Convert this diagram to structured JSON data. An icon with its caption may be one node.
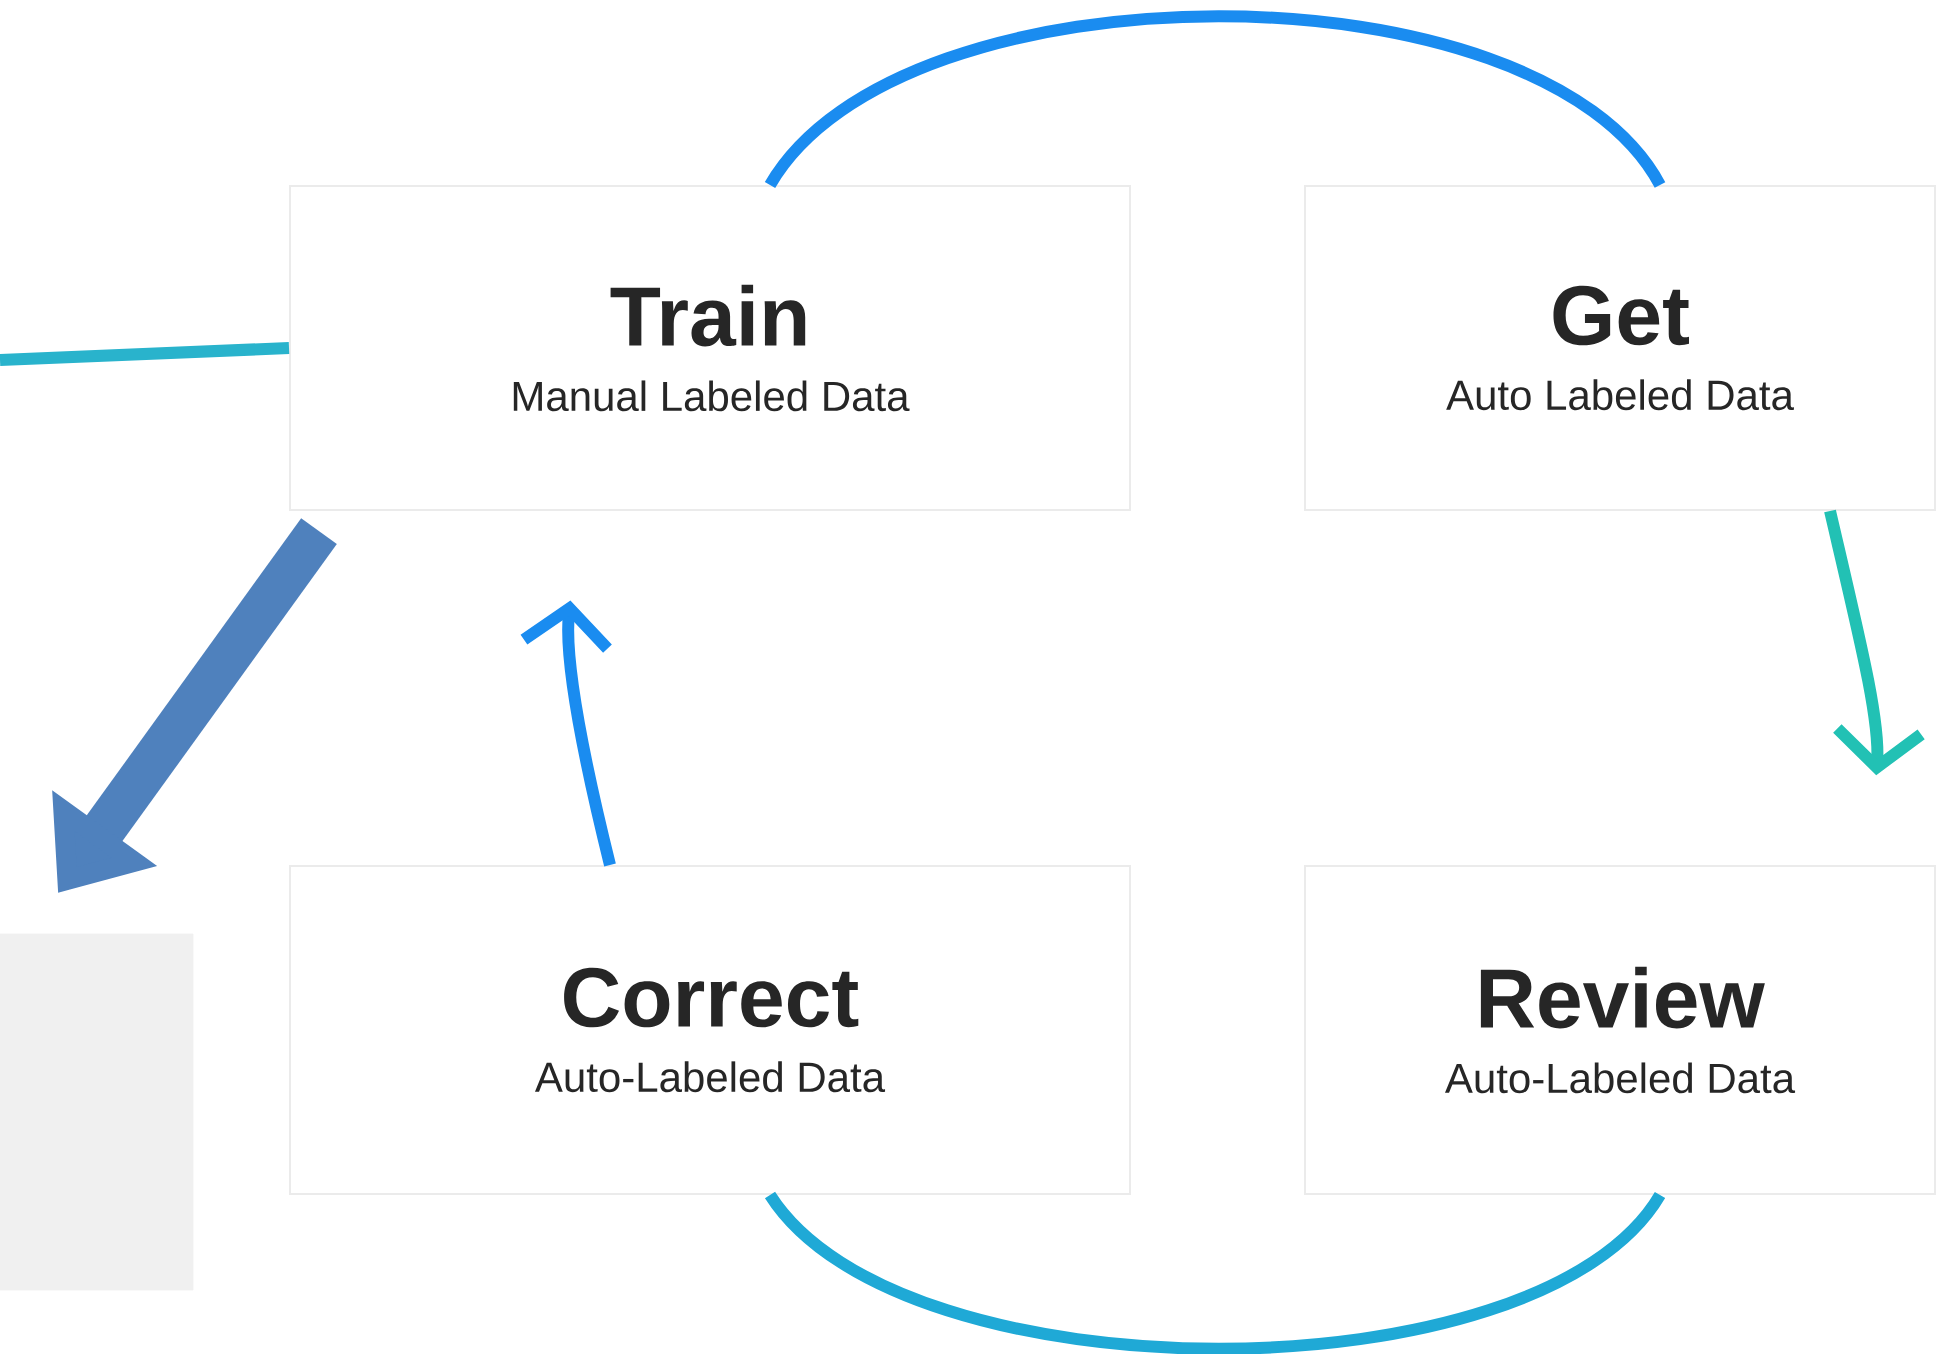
{
  "diagram": {
    "nodes": [
      {
        "text": [
          "Train",
          "Manual Labeled Data"
        ]
      },
      {
        "text": [
          "Get",
          "Auto Labeled Data"
        ]
      },
      {
        "text": [
          "Review",
          "Auto-Labeled Data"
        ]
      },
      {
        "text": [
          "Correct",
          "Auto-Labeled Data"
        ]
      },
      {
        "text": [],
        "shape": "box"
      }
    ],
    "edges": [
      {
        "from": null,
        "to": 0,
        "arrow": "none",
        "color": "#29b3cc"
      },
      {
        "from": 0,
        "to": 1,
        "arrow": "none",
        "color": "#1a8cf0"
      },
      {
        "from": 1,
        "to": 2,
        "arrow": "to",
        "color": "#22c1b4"
      },
      {
        "from": 2,
        "to": 3,
        "arrow": "none",
        "color": "#1fa9d6"
      },
      {
        "from": 3,
        "to": 0,
        "arrow": "to",
        "color": "#1a8cf0"
      },
      {
        "from": 0,
        "to": 4,
        "arrow": "to",
        "style": "thick",
        "color": "#4f81bd"
      }
    ]
  }
}
